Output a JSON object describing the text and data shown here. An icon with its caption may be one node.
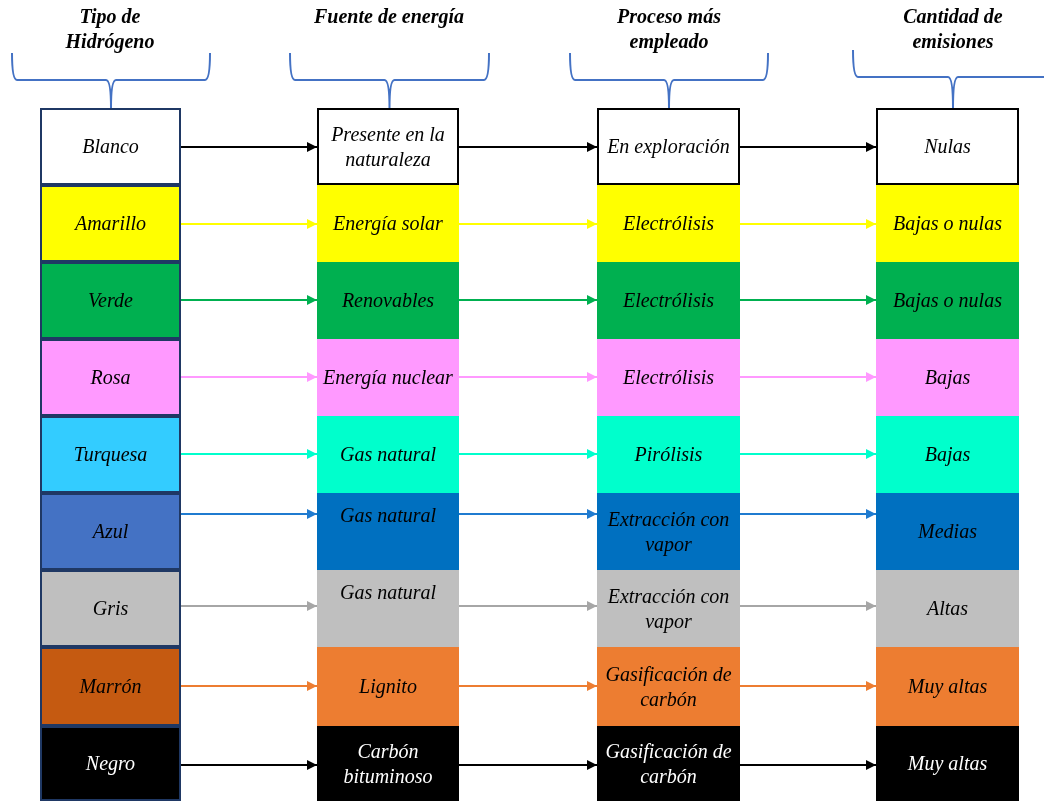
{
  "diagram": {
    "nodes": [
      {
        "text": [
          "Blanco"
        ]
      },
      {
        "text": [
          "Presente en la naturaleza"
        ]
      },
      {
        "text": [
          "En exploración"
        ]
      },
      {
        "text": [
          "Nulas"
        ]
      },
      {
        "text": [
          "Amarillo"
        ]
      },
      {
        "text": [
          "Energía solar"
        ]
      },
      {
        "text": [
          "Electrólisis"
        ]
      },
      {
        "text": [
          "Bajas o nulas"
        ]
      },
      {
        "text": [
          "Verde"
        ]
      },
      {
        "text": [
          "Renovables"
        ]
      },
      {
        "text": [
          "Electrólisis"
        ]
      },
      {
        "text": [
          "Bajas o nulas"
        ]
      },
      {
        "text": [
          "Rosa"
        ]
      },
      {
        "text": [
          "Energía nuclear"
        ]
      },
      {
        "text": [
          "Electrólisis"
        ]
      },
      {
        "text": [
          "Bajas"
        ]
      },
      {
        "text": [
          "Turquesa"
        ]
      },
      {
        "text": [
          "Gas natural"
        ]
      },
      {
        "text": [
          "Pirólisis"
        ]
      },
      {
        "text": [
          "Bajas"
        ]
      },
      {
        "text": [
          "Azul"
        ]
      },
      {
        "text": [
          "Gas natural"
        ]
      },
      {
        "text": [
          "Extracción con vapor"
        ]
      },
      {
        "text": [
          "Medias"
        ]
      },
      {
        "text": [
          "Gris"
        ]
      },
      {
        "text": [
          "Gas natural"
        ]
      },
      {
        "text": [
          "Extracción con vapor"
        ]
      },
      {
        "text": [
          "Altas"
        ]
      },
      {
        "text": [
          "Marrón"
        ]
      },
      {
        "text": [
          "Lignito"
        ]
      },
      {
        "text": [
          "Gasificación de carbón"
        ]
      },
      {
        "text": [
          "Muy altas"
        ]
      },
      {
        "text": [
          "Negro"
        ]
      },
      {
        "text": [
          "Carbón bituminoso"
        ]
      },
      {
        "text": [
          "Gasificación de carbón"
        ]
      },
      {
        "text": [
          "Muy altas"
        ]
      }
    ],
    "edges": [
      {
        "from": 0,
        "to": 1,
        "arrow": "to"
      },
      {
        "from": 1,
        "to": 2,
        "arrow": "to"
      },
      {
        "from": 2,
        "to": 3,
        "arrow": "to"
      },
      {
        "from": 4,
        "to": 5,
        "arrow": "to",
        "color": "#ffff00"
      },
      {
        "from": 5,
        "to": 6,
        "arrow": "to",
        "color": "#ffff00"
      },
      {
        "from": 6,
        "to": 7,
        "arrow": "to",
        "color": "#ffff00"
      },
      {
        "from": 8,
        "to": 9,
        "arrow": "to",
        "color": "#00b050"
      },
      {
        "from": 9,
        "to": 10,
        "arrow": "to",
        "color": "#00b050"
      },
      {
        "from": 10,
        "to": 11,
        "arrow": "to",
        "color": "#00b050"
      },
      {
        "from": 12,
        "to": 13,
        "arrow": "to",
        "color": "#ff99ff"
      },
      {
        "from": 13,
        "to": 14,
        "arrow": "to",
        "color": "#ff99ff"
      },
      {
        "from": 14,
        "to": 15,
        "arrow": "to",
        "color": "#ff99ff"
      },
      {
        "from": 16,
        "to": 17,
        "arrow": "to",
        "color": "#00ffcc"
      },
      {
        "from": 17,
        "to": 18,
        "arrow": "to",
        "color": "#00ffcc"
      },
      {
        "from": 18,
        "to": 19,
        "arrow": "to",
        "color": "#00ffcc"
      },
      {
        "from": 20,
        "to": 21,
        "arrow": "to",
        "color": "#1f7bd0"
      },
      {
        "from": 21,
        "to": 22,
        "arrow": "to",
        "color": "#1f7bd0"
      },
      {
        "from": 22,
        "to": 23,
        "arrow": "to",
        "color": "#1f7bd0"
      },
      {
        "from": 24,
        "to": 25,
        "arrow": "to",
        "color": "#a6a6a6"
      },
      {
        "from": 25,
        "to": 26,
        "arrow": "to",
        "color": "#a6a6a6"
      },
      {
        "from": 26,
        "to": 27,
        "arrow": "to",
        "color": "#a6a6a6"
      },
      {
        "from": 28,
        "to": 29,
        "arrow": "to",
        "color": "#ed7d31"
      },
      {
        "from": 29,
        "to": 30,
        "arrow": "to",
        "color": "#ed7d31"
      },
      {
        "from": 30,
        "to": 31,
        "arrow": "to",
        "color": "#ed7d31"
      },
      {
        "from": 32,
        "to": 33,
        "arrow": "to"
      },
      {
        "from": 33,
        "to": 34,
        "arrow": "to"
      },
      {
        "from": 34,
        "to": 35,
        "arrow": "to"
      }
    ],
    "labels": [
      "Tipo de Hidrógeno",
      "Fuente de energía",
      "Proceso más empleado",
      "Cantidad de emisiones"
    ]
  }
}
